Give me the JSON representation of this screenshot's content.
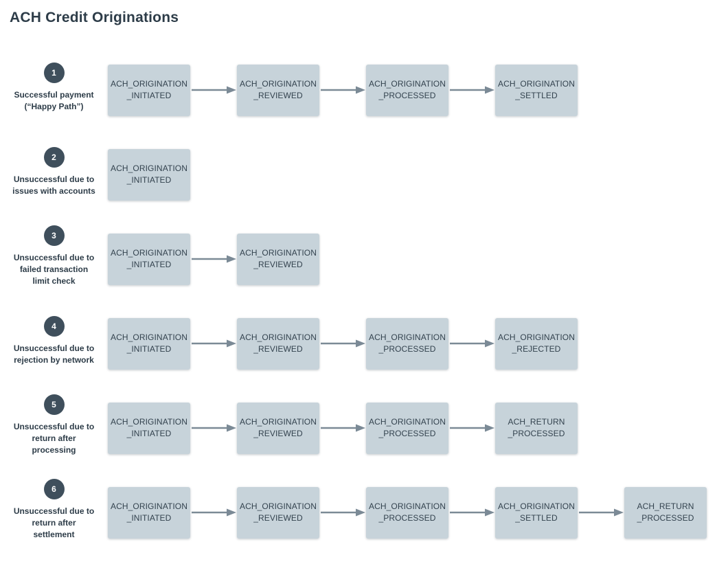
{
  "title": "ACH Credit Originations",
  "colors": {
    "title_text": "#2d3c48",
    "label_text": "#2d3c48",
    "circle_fill": "#3f4f5c",
    "circle_text": "#ffffff",
    "box_fill": "#c7d3da",
    "box_text": "#33424e",
    "arrow": "#7b8a96"
  },
  "rows": [
    {
      "number": "1",
      "label_lines": [
        "Successful payment",
        "(“Happy Path”)"
      ],
      "steps": [
        {
          "lines": [
            "ACH_ORIGINATION",
            "_INITIATED"
          ]
        },
        {
          "lines": [
            "ACH_ORIGINATION",
            "_REVIEWED"
          ]
        },
        {
          "lines": [
            "ACH_ORIGINATION",
            "_PROCESSED"
          ]
        },
        {
          "lines": [
            "ACH_ORIGINATION",
            "_SETTLED"
          ]
        }
      ]
    },
    {
      "number": "2",
      "label_lines": [
        "Unsuccessful due to",
        "issues with accounts"
      ],
      "steps": [
        {
          "lines": [
            "ACH_ORIGINATION",
            "_INITIATED"
          ]
        }
      ]
    },
    {
      "number": "3",
      "label_lines": [
        "Unsuccessful due to",
        "failed transaction",
        "limit check"
      ],
      "steps": [
        {
          "lines": [
            "ACH_ORIGINATION",
            "_INITIATED"
          ]
        },
        {
          "lines": [
            "ACH_ORIGINATION",
            "_REVIEWED"
          ]
        }
      ]
    },
    {
      "number": "4",
      "label_lines": [
        "Unsuccessful due to",
        "rejection by network"
      ],
      "steps": [
        {
          "lines": [
            "ACH_ORIGINATION",
            "_INITIATED"
          ]
        },
        {
          "lines": [
            "ACH_ORIGINATION",
            "_REVIEWED"
          ]
        },
        {
          "lines": [
            "ACH_ORIGINATION",
            "_PROCESSED"
          ]
        },
        {
          "lines": [
            "ACH_ORIGINATION",
            "_REJECTED"
          ]
        }
      ]
    },
    {
      "number": "5",
      "label_lines": [
        "Unsuccessful due to",
        "return after",
        "processing"
      ],
      "steps": [
        {
          "lines": [
            "ACH_ORIGINATION",
            "_INITIATED"
          ]
        },
        {
          "lines": [
            "ACH_ORIGINATION",
            "_REVIEWED"
          ]
        },
        {
          "lines": [
            "ACH_ORIGINATION",
            "_PROCESSED"
          ]
        },
        {
          "lines": [
            "ACH_RETURN",
            "_PROCESSED"
          ]
        }
      ]
    },
    {
      "number": "6",
      "label_lines": [
        "Unsuccessful due to",
        "return after",
        "settlement"
      ],
      "steps": [
        {
          "lines": [
            "ACH_ORIGINATION",
            "_INITIATED"
          ]
        },
        {
          "lines": [
            "ACH_ORIGINATION",
            "_REVIEWED"
          ]
        },
        {
          "lines": [
            "ACH_ORIGINATION",
            "_PROCESSED"
          ]
        },
        {
          "lines": [
            "ACH_ORIGINATION",
            "_SETTLED"
          ]
        },
        {
          "lines": [
            "ACH_RETURN",
            "_PROCESSED"
          ]
        }
      ]
    }
  ]
}
